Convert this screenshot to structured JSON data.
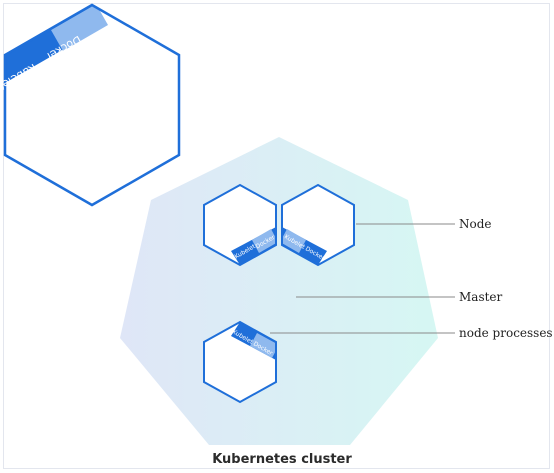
{
  "title": "Kubernetes cluster",
  "labels": {
    "node": "Node",
    "master": "Master",
    "node_processes": "node processes"
  },
  "tags": {
    "kubelet": "Kubelet",
    "docker": "Docker"
  },
  "colors": {
    "hex_stroke": "#1f6fd9",
    "band_dark": "#1f6fd9",
    "band_light": "#8fb9ee",
    "cluster_left": "#dfe6f7",
    "cluster_right": "#d6f7f3",
    "leader_line": "#8a8a8a",
    "frame_border": "#e3e6ee"
  }
}
